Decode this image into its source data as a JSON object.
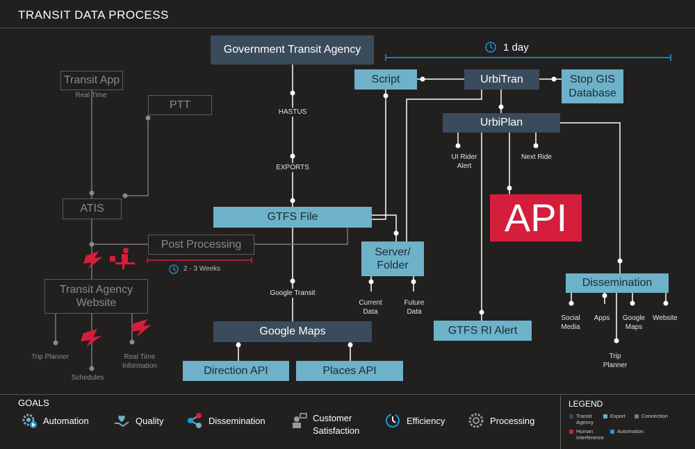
{
  "header": {
    "title": "TRANSIT DATA PROCESS"
  },
  "timeline": {
    "label": "1 day",
    "color": "#1e9ad6"
  },
  "post_timeline": {
    "label": "2 - 3 Weeks",
    "color": "#c8233a"
  },
  "nodes": {
    "gov": "Government Transit Agency",
    "script": "Script",
    "urbitran": "UrbiTran",
    "stop_gis": "Stop GIS Database",
    "urbiplan": "UrbiPlan",
    "api": "API",
    "gtfs_file": "GTFS File",
    "server": "Server/ Folder",
    "google_maps": "Google Maps",
    "direction_api": "Direction API",
    "places_api": "Places API",
    "gtfs_rt": "GTFS RI Alert",
    "dissemination": "Dissemination",
    "transit_app": "Transit App",
    "ptt": "PTT",
    "atis": "ATIS",
    "post_processing": "Post Processing",
    "transit_website": "Transit Agency Website"
  },
  "labels": {
    "real_time": "Real Time",
    "hastus": "HASTUS",
    "exports": "EXPORTS",
    "google_transit": "Google Transit",
    "ui_rider_alert": "UI Rider Alert",
    "next_ride": "Next Ride",
    "current_data": "Current Data",
    "future_data": "Future Data",
    "social_media": "Social Media",
    "apps": "Apps",
    "google_maps_small": "Google Maps",
    "website": "Website",
    "trip_planner_right": "Trip Planner",
    "trip_planner_left": "Trip Planner",
    "schedules": "Schedules",
    "real_time_info": "Real Time Information"
  },
  "goals": {
    "title": "GOALS",
    "items": [
      "Automation",
      "Quality",
      "Dissemination",
      "Customer Satisfaction",
      "Efficiency",
      "Processing"
    ]
  },
  "legend": {
    "title": "LEGEND",
    "items": [
      {
        "label": "Transit Agency",
        "color": "#3a4b5c"
      },
      {
        "label": "Export",
        "color": "#6eb2c9"
      },
      {
        "label": "Connection",
        "color": "#7a7a7a"
      },
      {
        "label": "Human Interference",
        "color": "#d51e3b"
      },
      {
        "label": "Automation",
        "color": "#1e9ad6"
      }
    ]
  },
  "colors": {
    "agency": "#3a4b5c",
    "export": "#6eb2c9",
    "human": "#d51e3b",
    "automation": "#1e9ad6"
  }
}
